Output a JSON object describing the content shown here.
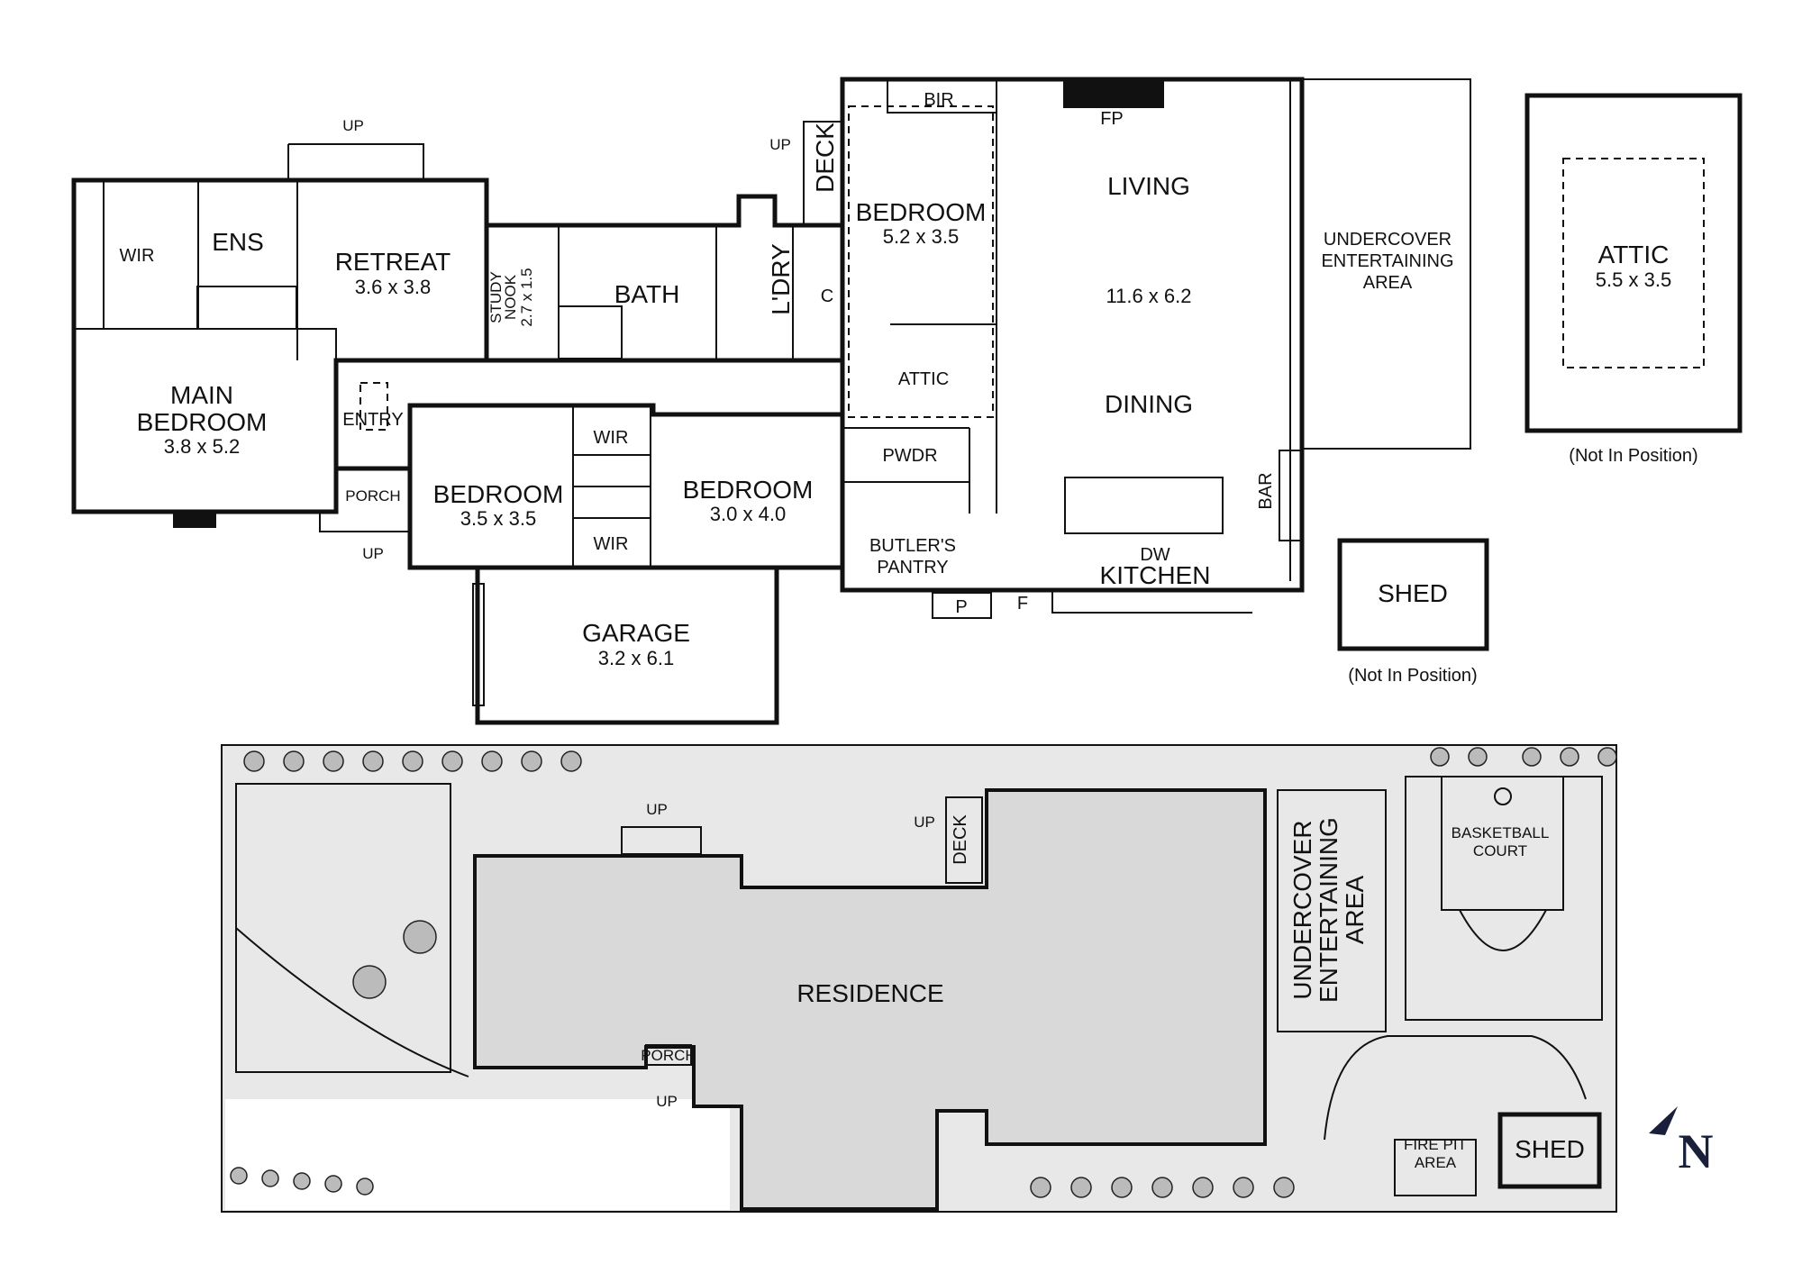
{
  "floor_plan": {
    "rooms": {
      "wir_main": "WIR",
      "ens": "ENS",
      "retreat": "RETREAT",
      "retreat_dim": "3.6 x 3.8",
      "up_retreat": "UP",
      "study_nook": "STUDY",
      "study_nook2": "NOOK",
      "study_dim": "2.7 x 1.5",
      "bath": "BATH",
      "ldry": "L'DRY",
      "c": "C",
      "deck": "DECK",
      "up_deck": "UP",
      "bir": "BIR",
      "bedroom1": "BEDROOM",
      "bedroom1_dim": "5.2 x 3.5",
      "attic_inner": "ATTIC",
      "fp": "FP",
      "living": "LIVING",
      "living_dim": "11.6 x 6.2",
      "dining": "DINING",
      "undercover": "UNDERCOVER",
      "undercover2": "ENTERTAINING",
      "undercover3": "AREA",
      "main_bedroom": "MAIN",
      "main_bedroom2": "BEDROOM",
      "main_bedroom_dim": "3.8 x 5.2",
      "entry": "ENTRY",
      "porch": "PORCH",
      "up_porch": "UP",
      "wir2": "WIR",
      "wir3": "WIR",
      "bedroom2": "BEDROOM",
      "bedroom2_dim": "3.5 x 3.5",
      "bedroom3": "BEDROOM",
      "bedroom3_dim": "3.0 x 4.0",
      "pwdr": "PWDR",
      "butlers": "BUTLER'S",
      "butlers2": "PANTRY",
      "p": "P",
      "f": "F",
      "dw": "DW",
      "kitchen": "KITCHEN",
      "bar": "BAR",
      "garage": "GARAGE",
      "garage_dim": "3.2 x 6.1"
    },
    "attic_box": {
      "label": "ATTIC",
      "dim": "5.5 x 3.5",
      "note": "(Not In Position)"
    },
    "shed_box": {
      "label": "SHED",
      "note": "(Not In Position)"
    }
  },
  "site_plan": {
    "up_porch_top": "UP",
    "up_deck": "UP",
    "deck": "DECK",
    "residence": "RESIDENCE",
    "porch": "PORCH",
    "up_porch_bottom": "UP",
    "undercover": "UNDERCOVER",
    "undercover2": "ENTERTAINING",
    "undercover3": "AREA",
    "basketball": "BASKETBALL",
    "basketball2": "COURT",
    "fire_pit": "FIRE PIT",
    "fire_pit2": "AREA",
    "shed": "SHED"
  },
  "compass": "N",
  "colors": {
    "walls": "#111111",
    "site_fill": "#e6e6e6",
    "residence_fill": "#dcdcdc"
  }
}
